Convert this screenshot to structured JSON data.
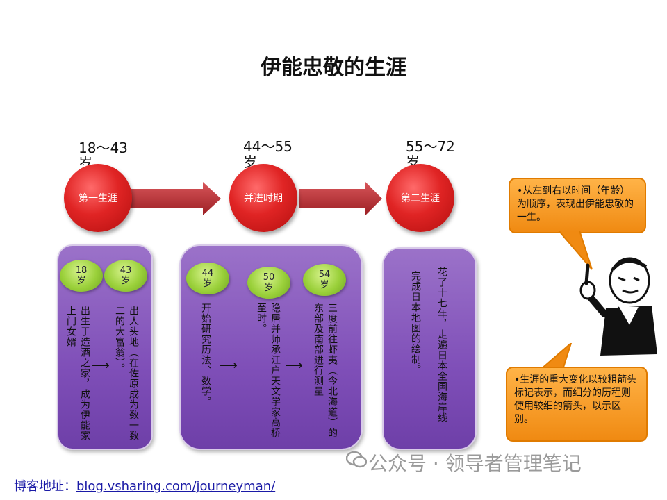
{
  "title": "伊能忠敬的生涯",
  "stages": [
    {
      "age": "18～43",
      "age_line2": "岁",
      "label": "第一生涯"
    },
    {
      "age": "44～55",
      "age_line2": "岁",
      "label": "并进时期"
    },
    {
      "age": "55～72",
      "age_line2": "岁",
      "label": "第二生涯"
    }
  ],
  "panel1": {
    "pill1": {
      "num": "18",
      "unit": "岁"
    },
    "pill2": {
      "num": "43",
      "unit": "岁"
    },
    "text1": "出生于造酒之家，成为伊能家上门女婿",
    "text2": "出人头地（在佐原成为数一数二的大富翁）。"
  },
  "panel2": {
    "pill1": {
      "num": "44",
      "unit": "岁"
    },
    "pill2": {
      "num": "50",
      "unit": "岁"
    },
    "pill3": {
      "num": "54",
      "unit": "岁"
    },
    "text1": "开始研究历法、数学。",
    "text2": "隐居并师承江户天文学家高桥至时。",
    "text3": "三度前往虾夷（今北海道）的东部及南部进行测量"
  },
  "panel3": {
    "text1": "花了十七年，走遍日本全国海岸线",
    "text2": "完成日本地图的绘制。"
  },
  "callout_top": "•从左到右以时间（年龄）为顺序，表现出伊能忠敬的一生。",
  "callout_bottom": "•生涯的重大变化以较粗箭头标记表示，而细分的历程则使用较细的箭头，以示区别。",
  "watermark": "公众号 · 领导者管理笔记",
  "footer_label": "博客地址：",
  "footer_url": "blog.vsharing.com/journeyman/",
  "colors": {
    "circle": "#e02424",
    "panel": "#7f4fb8",
    "pill": "#9ad03a",
    "callout": "#f08a12"
  }
}
